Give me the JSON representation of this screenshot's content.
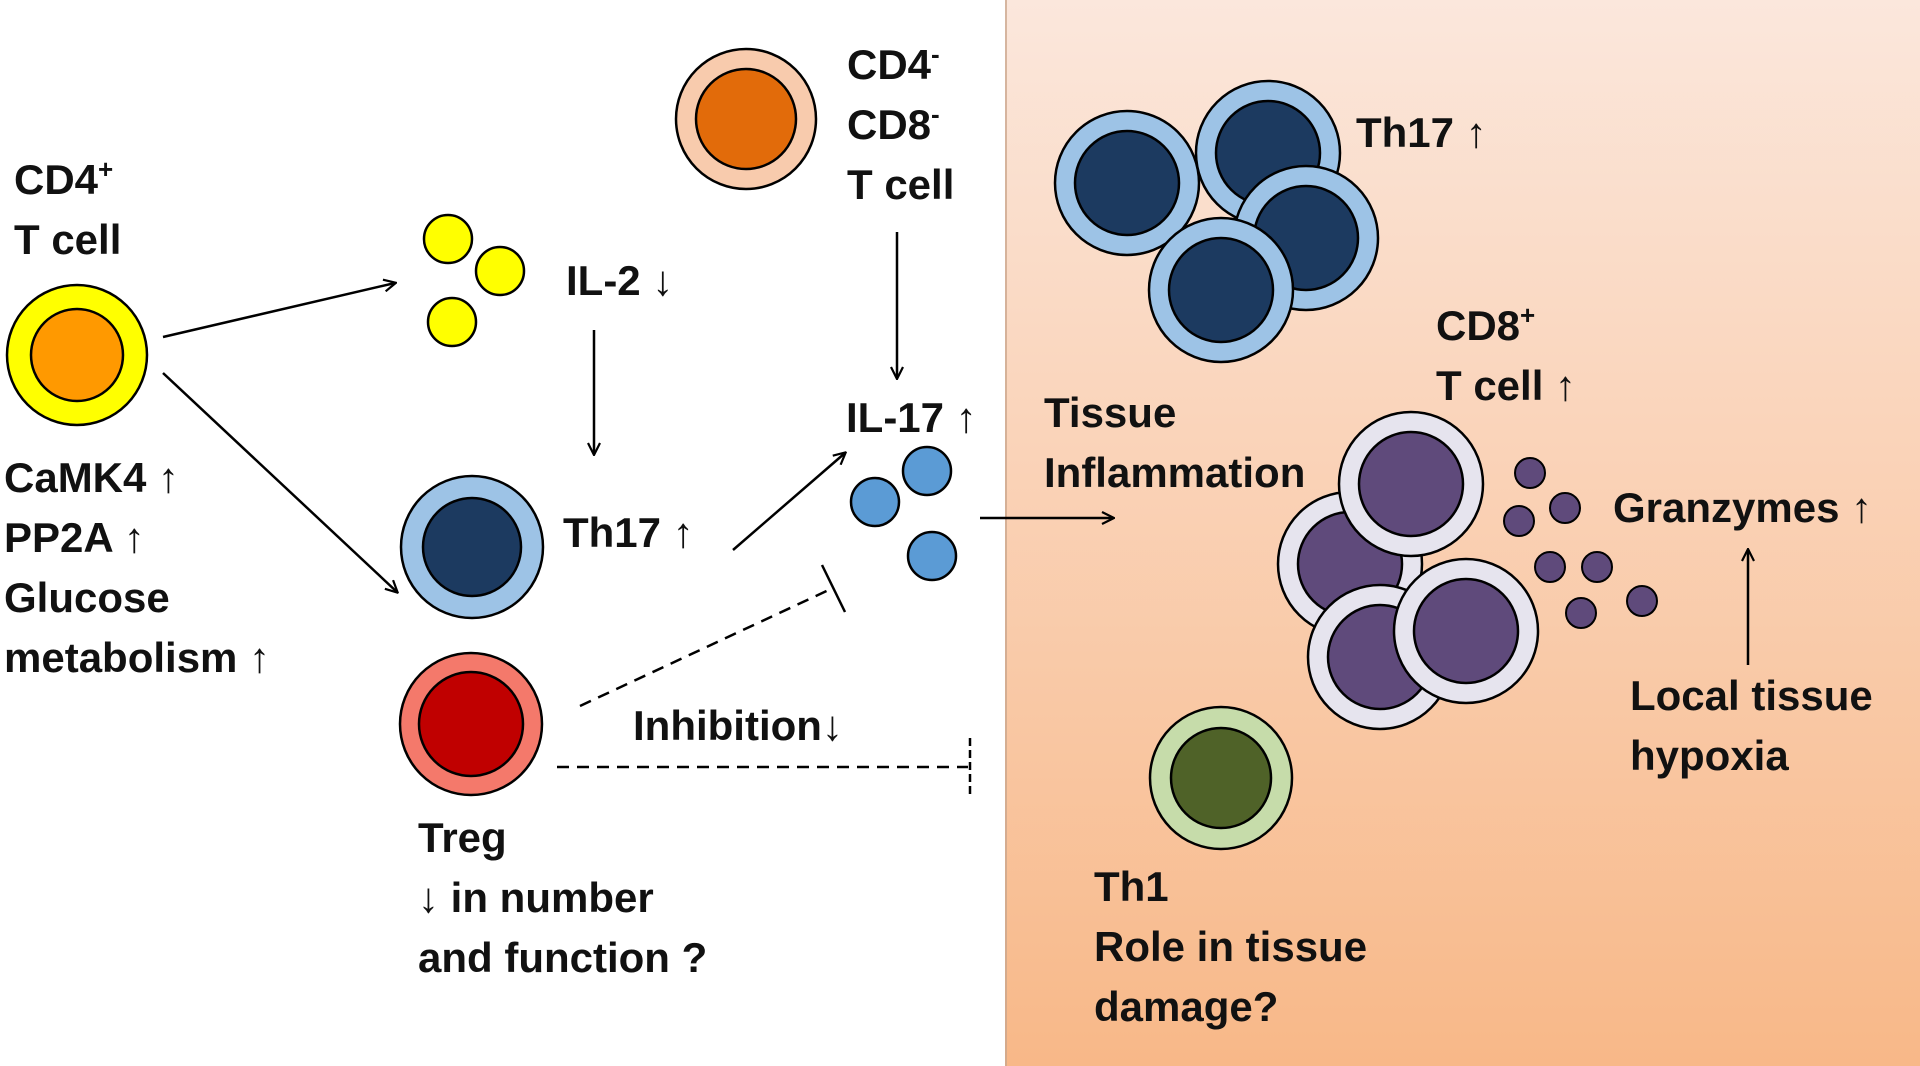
{
  "labels": {
    "cd4_t_cell": {
      "line1": "CD4",
      "sup1": "+",
      "line2": "T cell"
    },
    "cd4_markers": [
      "CaMK4 ↑",
      "PP2A ↑",
      "Glucose",
      "metabolism ↑"
    ],
    "il2": "IL-2 ↓",
    "th17_left": "Th17 ↑",
    "treg": [
      "Treg",
      "↓ in number",
      "and function ?"
    ],
    "inhibition": "Inhibition↓",
    "dn_t_cell": {
      "line1": "CD4",
      "sup1": "-",
      "line2": "CD8",
      "sup2": "-",
      "line3": "T cell"
    },
    "il17": "IL-17 ↑",
    "tissue_inflammation": [
      "Tissue",
      "Inflammation"
    ],
    "th17_right": "Th17 ↑",
    "cd8_t_cell": {
      "line1": "CD8",
      "sup1": "+",
      "line2": "T cell ↑"
    },
    "granzymes": "Granzymes ↑",
    "hypoxia": [
      "Local tissue",
      "hypoxia"
    ],
    "th1": [
      "Th1",
      "Role in tissue",
      "damage?"
    ]
  },
  "colors": {
    "panel_top": "#fbe7dc",
    "panel_bottom": "#f8b888",
    "cd4_ring": "#ffff00",
    "cd4_core": "#ff9900",
    "il2_granule": "#ffff00",
    "th17_ring": "#9dc3e6",
    "th17_core": "#1c3a60",
    "il17_granule": "#5b9bd5",
    "treg_ring": "#f4796b",
    "treg_core": "#c00000",
    "dn_ring": "#f8cbad",
    "dn_core": "#e26b0a",
    "cd8_ring": "#e6e4ee",
    "cd8_core": "#5f4a7b",
    "granzyme_granule": "#5f4a7b",
    "th1_ring": "#c6dcaa",
    "th1_core": "#4f6228",
    "outline": "#000000"
  }
}
